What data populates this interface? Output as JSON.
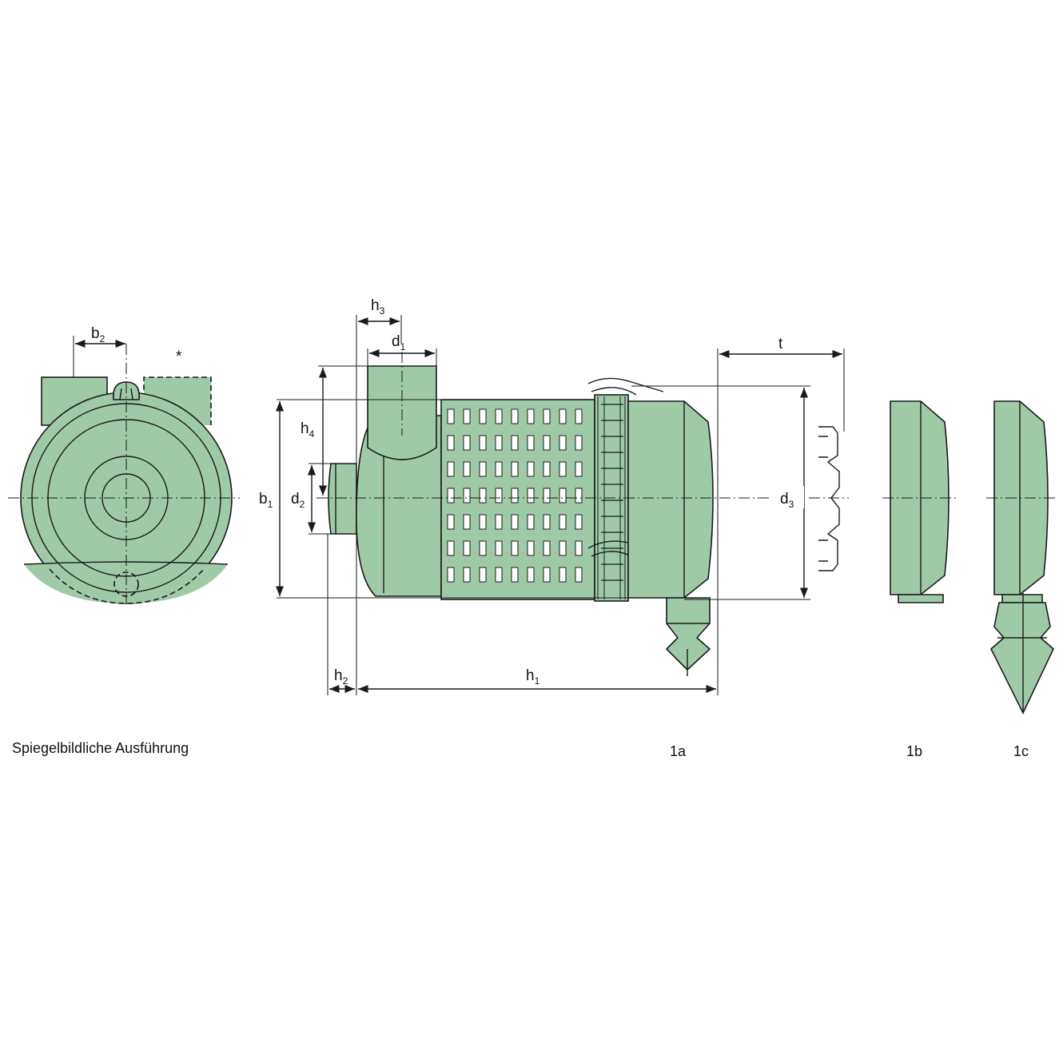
{
  "colors": {
    "housing": "#9fcaa8",
    "line": "#1a1a1a"
  },
  "labels": {
    "b1": {
      "main": "b",
      "sub": "1"
    },
    "b2": {
      "main": "b",
      "sub": "2"
    },
    "d1": {
      "main": "d",
      "sub": "1"
    },
    "d2": {
      "main": "d",
      "sub": "2"
    },
    "d3": {
      "main": "d",
      "sub": "3"
    },
    "h1": {
      "main": "h",
      "sub": "1"
    },
    "h2": {
      "main": "h",
      "sub": "2"
    },
    "h3": {
      "main": "h",
      "sub": "3"
    },
    "h4": {
      "main": "h",
      "sub": "4"
    },
    "t": "t",
    "asterisk": "*"
  },
  "captions": {
    "mirror": "Spiegelbildliche Ausführung",
    "v1a": "1a",
    "v1b": "1b",
    "v1c": "1c"
  }
}
